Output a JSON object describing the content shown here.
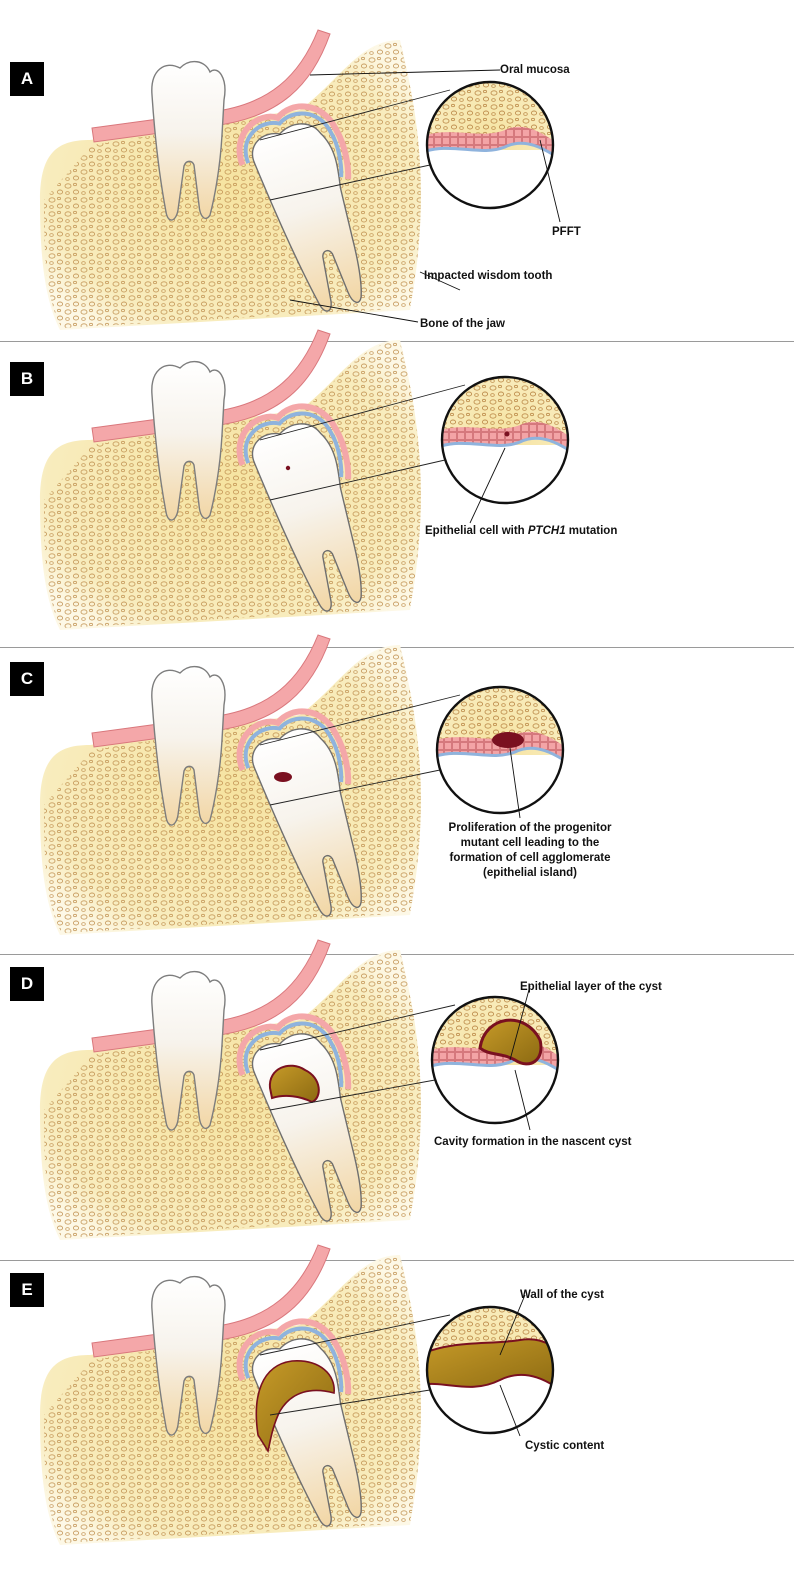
{
  "panels": [
    {
      "letter": "A",
      "labels": {
        "mucosa": "Oral mucosa",
        "pfft": "PFFT",
        "tooth": "Impacted wisdom tooth",
        "bone": "Bone of the jaw"
      }
    },
    {
      "letter": "B",
      "labels": {
        "mutation_pre": "Epithelial cell with ",
        "mutation_gene": "PTCH1",
        "mutation_post": " mutation"
      }
    },
    {
      "letter": "C",
      "labels": {
        "prolif_1": "Proliferation of the progenitor",
        "prolif_2": "mutant cell leading to the",
        "prolif_3": "formation of cell agglomerate",
        "prolif_4": "(epithelial island)"
      }
    },
    {
      "letter": "D",
      "labels": {
        "epi_layer": "Epithelial layer of the cyst",
        "cavity": "Cavity formation in the nascent cyst"
      }
    },
    {
      "letter": "E",
      "labels": {
        "wall": "Wall of the cyst",
        "content": "Cystic content"
      }
    }
  ],
  "colors": {
    "bone_fill": "#f7e9b0",
    "bone_pore": "#c89b5a",
    "mucosa": "#f4a7a9",
    "mucosa_dark": "#d9777c",
    "epithelium_blue": "#8fb3dd",
    "lesion_dark": "#7a1020",
    "cyst_content": "#b48a1e"
  }
}
